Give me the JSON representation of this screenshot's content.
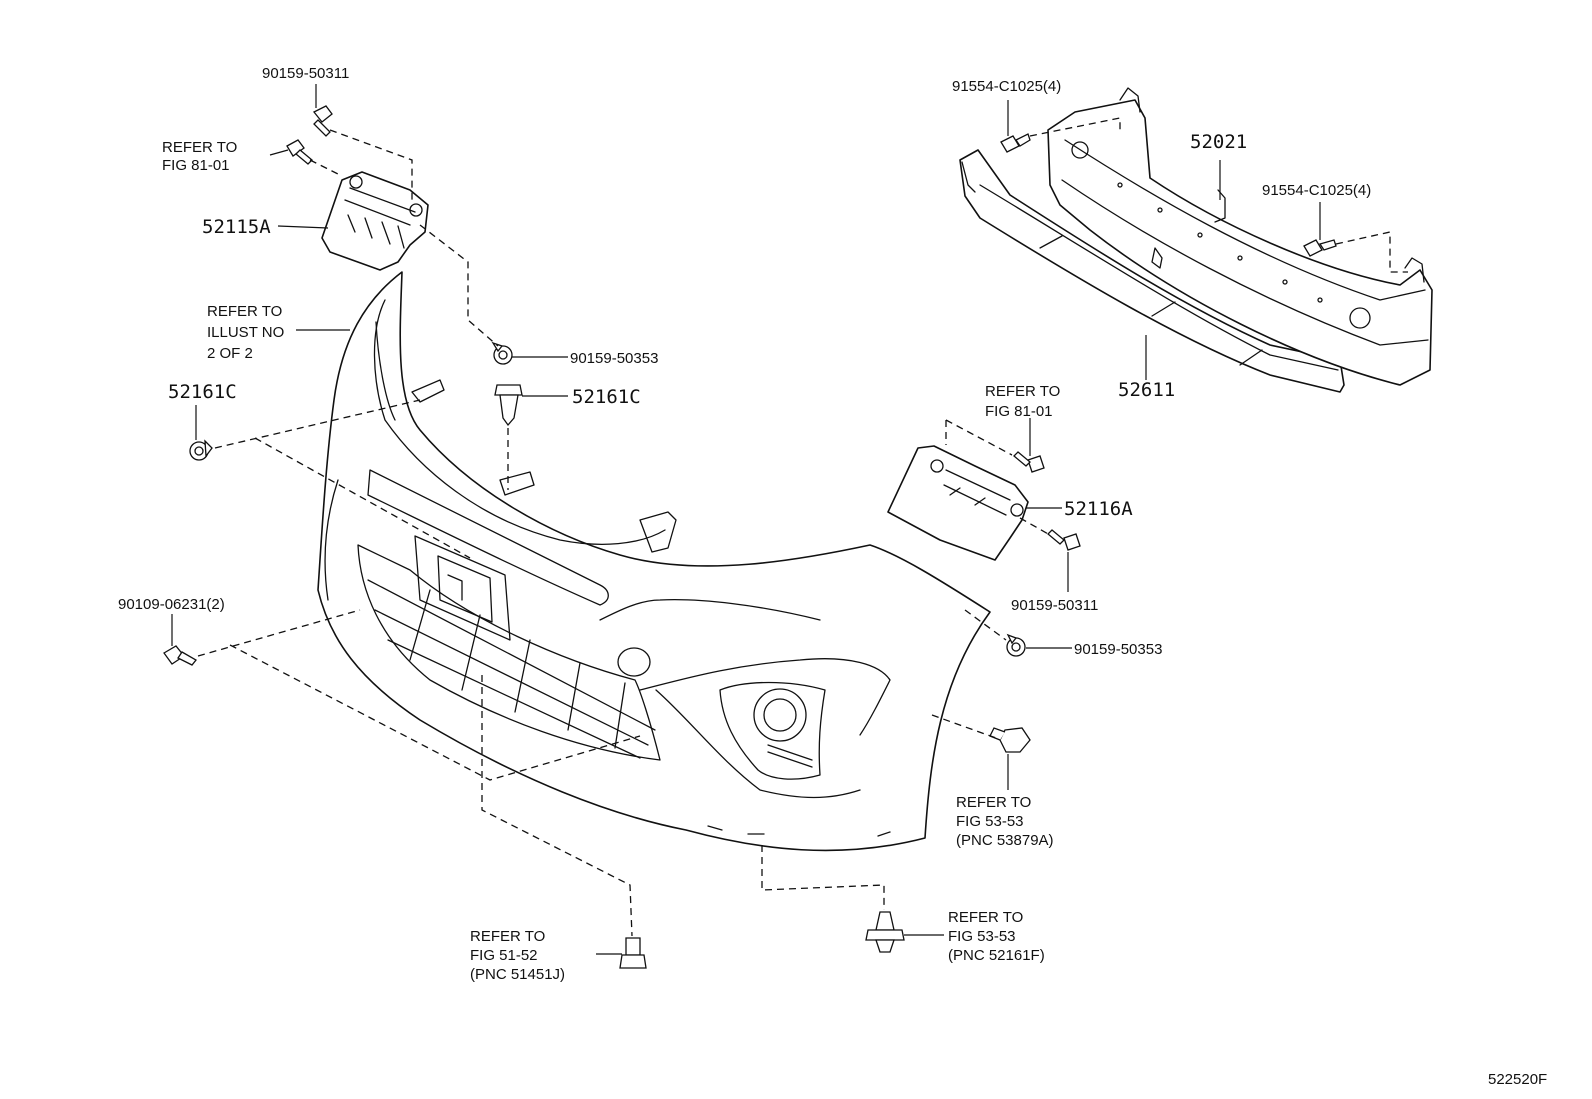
{
  "labels": {
    "bolt_90159_50311_top": "90159-50311",
    "refer_fig_8101_left_1": "REFER TO",
    "refer_fig_8101_left_2": "FIG 81-01",
    "part_52115A": "52115A",
    "refer_illust_1": "REFER TO",
    "refer_illust_2": "ILLUST NO",
    "refer_illust_3": "2 OF 2",
    "clip_90159_50353_top": "90159-50353",
    "clip_52161C_left": "52161C",
    "clip_52161C_center": "52161C",
    "bolt_90109_06231": "90109-06231(2)",
    "bolt_91554_C1025_left": "91554-C1025(4)",
    "bolt_91554_C1025_right": "91554-C1025(4)",
    "part_52021": "52021",
    "part_52611": "52611",
    "refer_fig_8101_right_1": "REFER TO",
    "refer_fig_8101_right_2": "FIG 81-01",
    "part_52116A": "52116A",
    "bolt_90159_50311_right": "90159-50311",
    "clip_90159_50353_right": "90159-50353",
    "refer_5353_a_1": "REFER TO",
    "refer_5353_a_2": "FIG 53-53",
    "refer_5353_a_3": "(PNC 53879A)",
    "refer_5152_1": "REFER TO",
    "refer_5152_2": "FIG 51-52",
    "refer_5152_3": "(PNC 51451J)",
    "refer_5353_f_1": "REFER TO",
    "refer_5353_f_2": "FIG 53-53",
    "refer_5353_f_3": "(PNC 52161F)",
    "figure_code": "522520F"
  }
}
